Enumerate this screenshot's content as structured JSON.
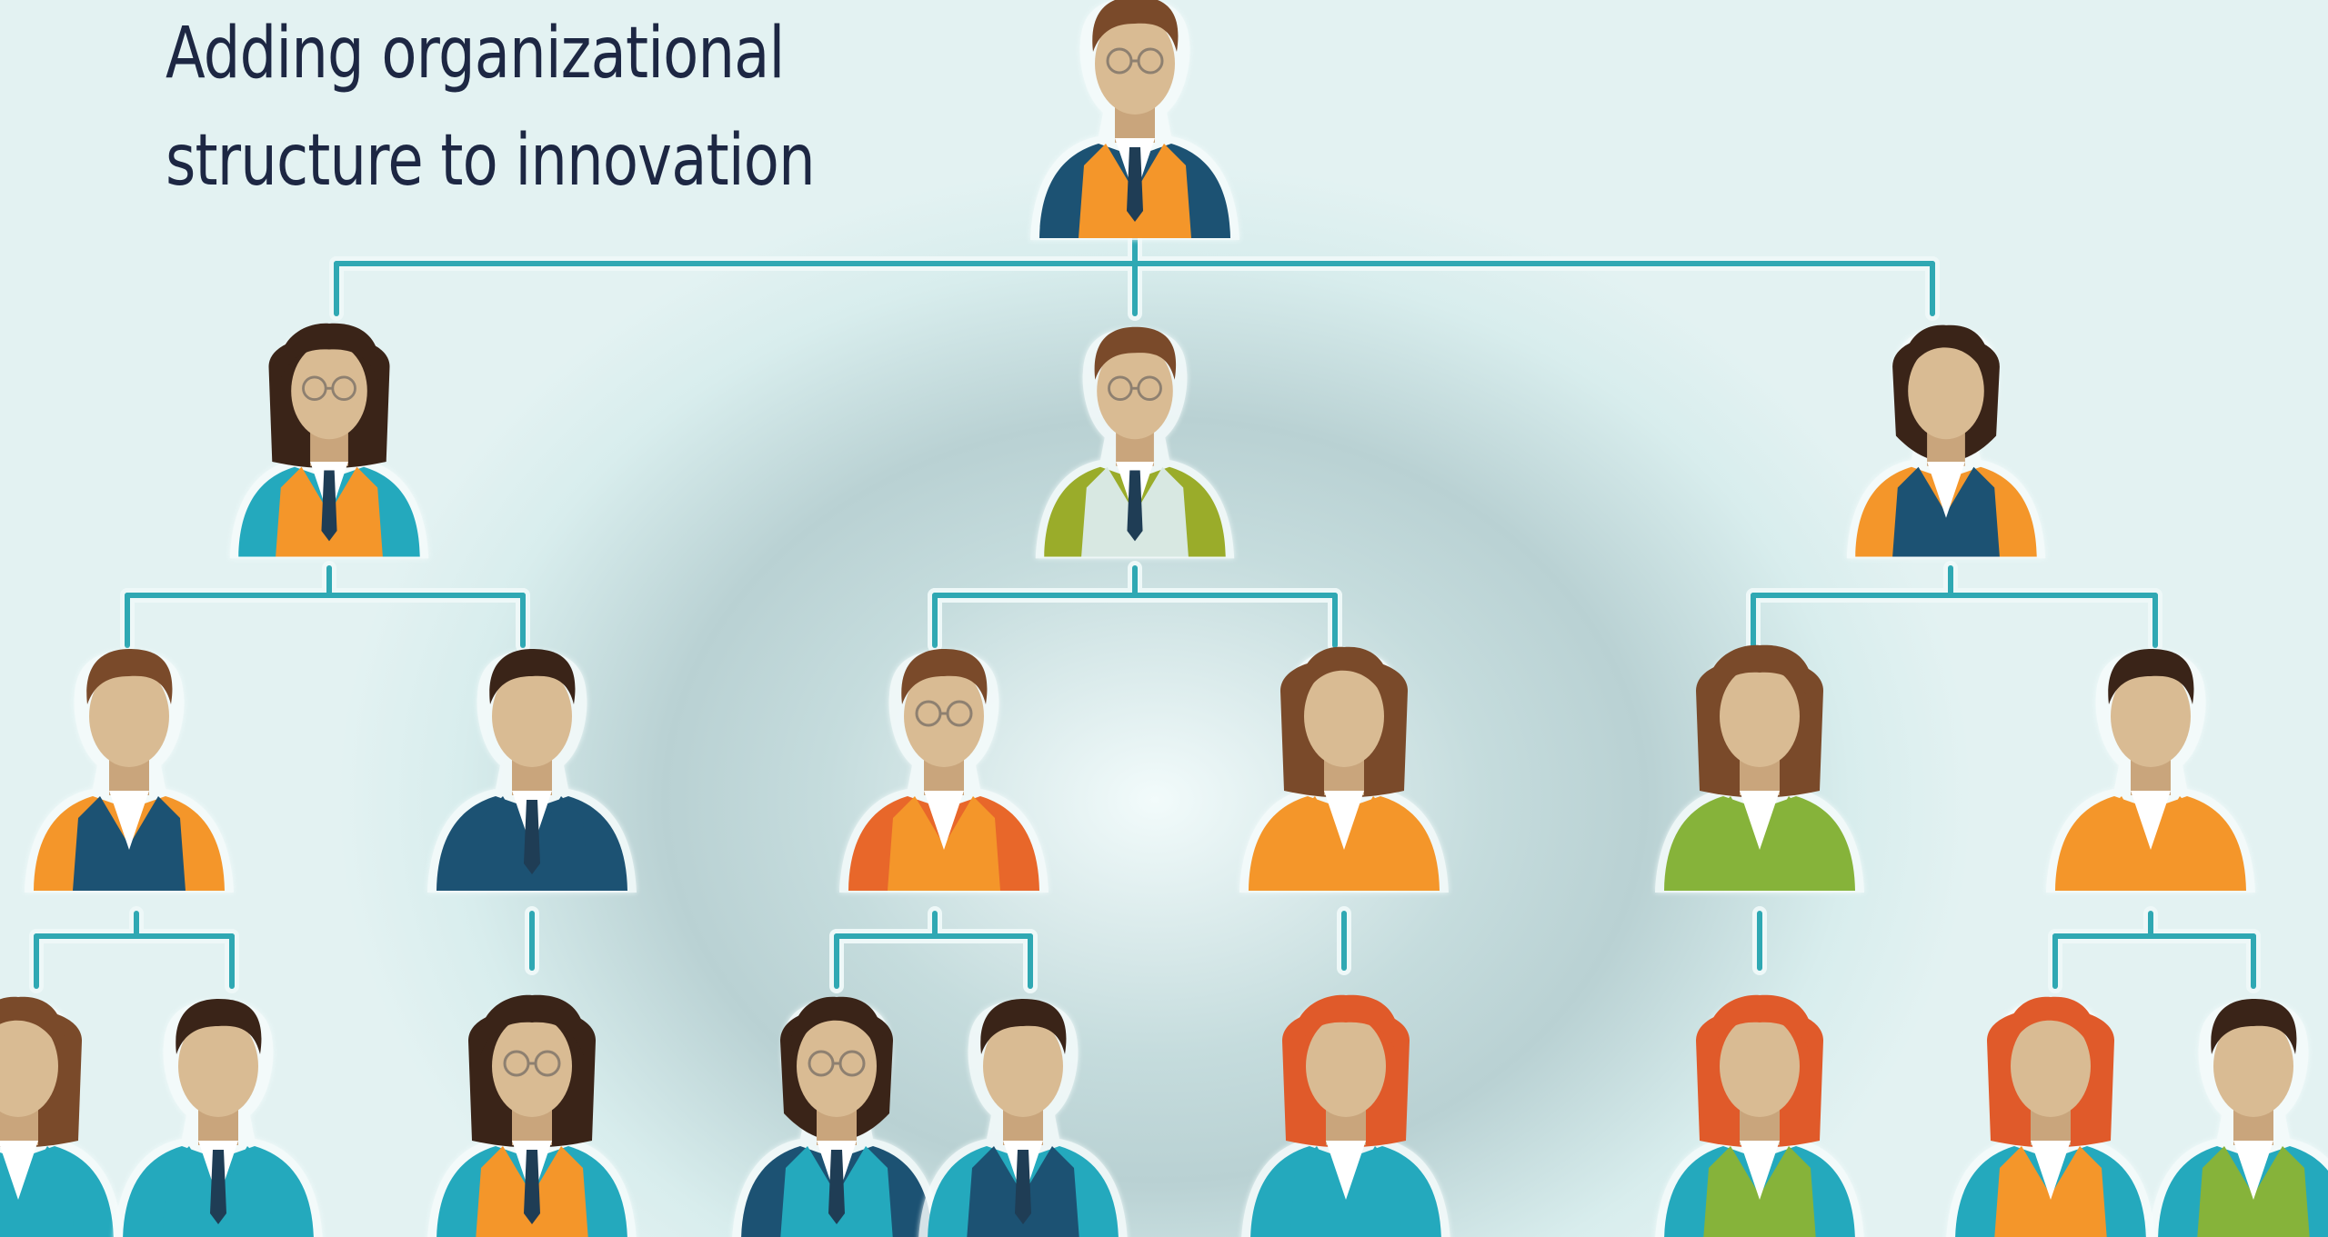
{
  "title": {
    "line1": "Adding organizational",
    "line2": "structure to innovation"
  },
  "colors": {
    "background": "#dceeee",
    "connector": "#2fa8b3",
    "title": "#1d2743",
    "skin": "#d9bb93",
    "orange": "#f4962a",
    "navy": "#1c5273",
    "teal": "#24a9bd",
    "olive": "#9aac2a",
    "green": "#86b33a",
    "red_hair": "#e05a2a",
    "brown_hair": "#7a4a2a",
    "dark_hair": "#3a2418"
  },
  "figures": [
    {
      "id": "ceo",
      "hair": "short-brown",
      "glasses": true,
      "jacket": "navy",
      "vest": "orange",
      "tie": true
    },
    {
      "id": "manager-left",
      "hair": "curly-dark",
      "glasses": true,
      "jacket": "teal",
      "vest": "orange",
      "tie": true
    },
    {
      "id": "manager-center",
      "hair": "short-brown",
      "glasses": true,
      "jacket": "olive",
      "vest": "light",
      "tie": true
    },
    {
      "id": "manager-right",
      "hair": "bob-dark",
      "glasses": false,
      "jacket": "orange",
      "vest": "navy",
      "tie": false
    },
    {
      "id": "lead-1",
      "hair": "short-brown",
      "glasses": false,
      "jacket": "orange",
      "vest": "navy",
      "tie": false
    },
    {
      "id": "lead-2",
      "hair": "short-dark",
      "glasses": false,
      "jacket": "navy",
      "vest": "navy",
      "tie": true
    },
    {
      "id": "lead-3",
      "hair": "short-brown",
      "glasses": true,
      "jacket": "red",
      "vest": "orange",
      "tie": false
    },
    {
      "id": "lead-4",
      "hair": "long-brown",
      "glasses": false,
      "jacket": "orange",
      "vest": "orange",
      "tie": false
    },
    {
      "id": "lead-5",
      "hair": "curly-brown",
      "glasses": false,
      "jacket": "green",
      "vest": "green",
      "tie": false
    },
    {
      "id": "lead-6",
      "hair": "short-dark",
      "glasses": false,
      "jacket": "orange",
      "vest": "orange",
      "tie": false
    },
    {
      "id": "staff-1",
      "hair": "long-brown",
      "glasses": false,
      "jacket": "teal",
      "vest": "teal",
      "tie": false
    },
    {
      "id": "staff-2",
      "hair": "short-dark",
      "glasses": false,
      "jacket": "teal",
      "vest": "teal",
      "tie": true
    },
    {
      "id": "staff-3",
      "hair": "curly-dark",
      "glasses": true,
      "jacket": "teal",
      "vest": "orange",
      "tie": true
    },
    {
      "id": "staff-4",
      "hair": "bob-dark",
      "glasses": true,
      "jacket": "navy",
      "vest": "teal",
      "tie": true
    },
    {
      "id": "staff-5",
      "hair": "short-dark",
      "glasses": false,
      "jacket": "teal",
      "vest": "navy",
      "tie": true
    },
    {
      "id": "staff-6",
      "hair": "curly-red",
      "glasses": false,
      "jacket": "teal",
      "vest": "teal",
      "tie": false
    },
    {
      "id": "staff-7",
      "hair": "curly-red",
      "glasses": false,
      "jacket": "teal",
      "vest": "green",
      "tie": false
    },
    {
      "id": "staff-8",
      "hair": "long-red",
      "glasses": false,
      "jacket": "teal",
      "vest": "orange",
      "tie": false
    },
    {
      "id": "staff-9",
      "hair": "short-dark",
      "glasses": false,
      "jacket": "teal",
      "vest": "green",
      "tie": false
    }
  ]
}
